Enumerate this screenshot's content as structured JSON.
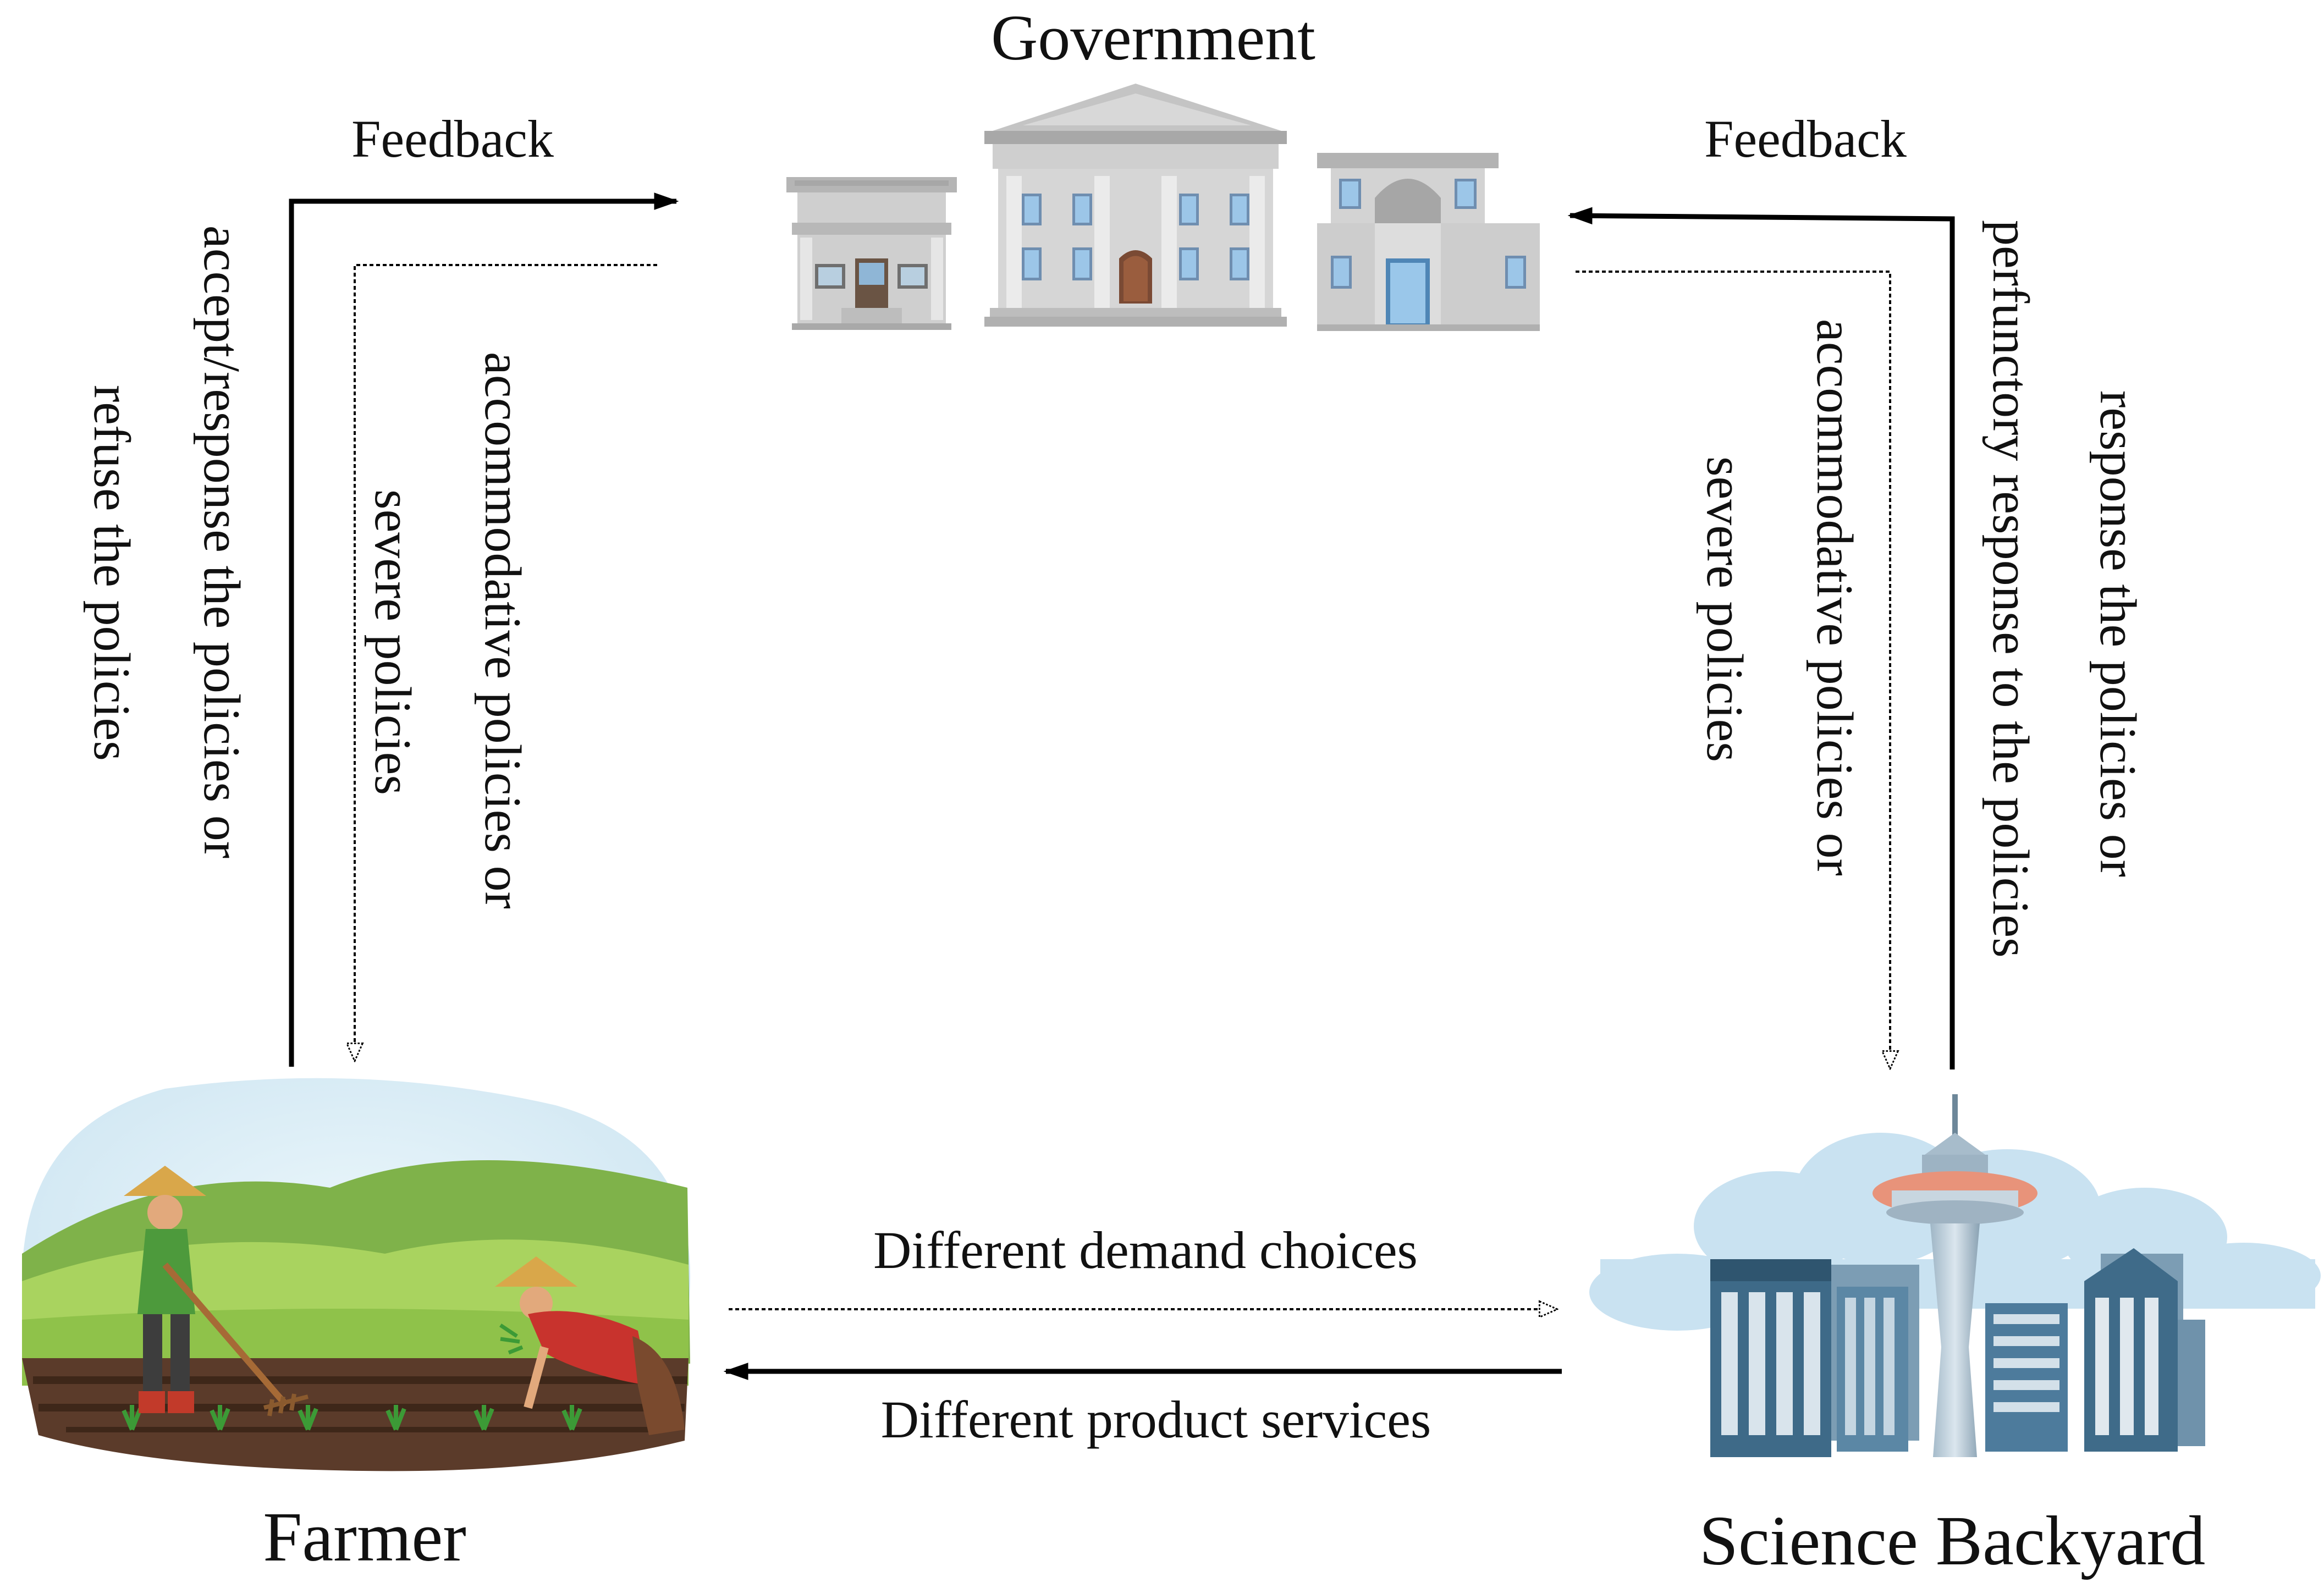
{
  "nodes": {
    "government": {
      "label": "Government",
      "icon": "government-buildings-icon"
    },
    "farmer": {
      "label": "Farmer",
      "icon": "farmer-field-icon"
    },
    "science_backyard": {
      "label": "Science Backyard",
      "icon": "city-tower-icon"
    }
  },
  "edges": {
    "farmer_feedback": {
      "label": "Feedback",
      "text_line1": "accept/response the policies or",
      "text_line2": "refuse the policies"
    },
    "gov_to_farmer": {
      "text_line1": "accommodative policies or",
      "text_line2": "severe policies"
    },
    "science_feedback": {
      "label": "Feedback",
      "text_line1": "response the policies or",
      "text_line2": "perfunctory response to the policies"
    },
    "gov_to_science": {
      "text_line1": "accommodative policies or",
      "text_line2": "severe policies"
    },
    "farmer_to_science": {
      "label": "Different demand choices"
    },
    "science_to_farmer": {
      "label": "Different product services"
    }
  },
  "colors": {
    "arrow": "#000000",
    "building": "#c9c9c9",
    "window": "#7fb4e0",
    "hill_dark": "#5e9b32",
    "hill_light": "#9fcf55",
    "sky": "#dfeff8",
    "tower_roof": "#e8937a",
    "city_blue": "#4f7f9f"
  }
}
